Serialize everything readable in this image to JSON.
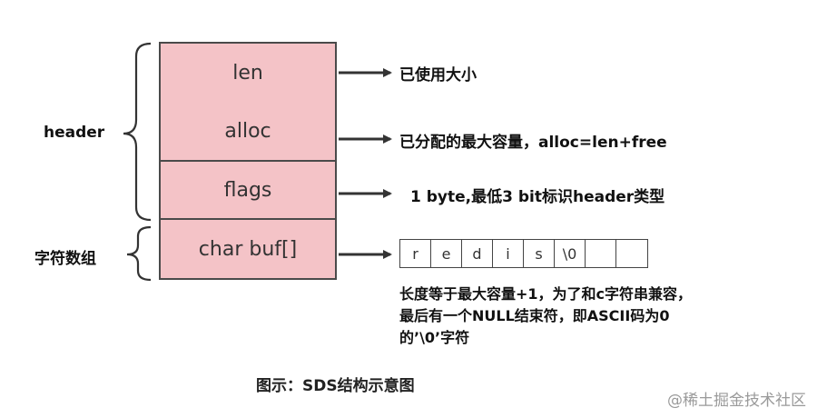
{
  "fields": {
    "len": "len",
    "alloc": "alloc",
    "flags": "flags",
    "buf": "char buf[]"
  },
  "labels": {
    "header": "header",
    "char_array": "字符数组"
  },
  "notes": {
    "len": "已使用大小",
    "alloc": "已分配的最大容量，alloc=len+free",
    "flags": "1 byte,最低3 bit标识header类型",
    "buf_line1": "长度等于最大容量+1，为了和c字符串兼容，",
    "buf_line2": "最后有一个NULL结束符，即ASCII码为0",
    "buf_line3": "的’\\0’字符"
  },
  "buffer_cells": [
    "r",
    "e",
    "d",
    "i",
    "s",
    "\\0",
    "",
    ""
  ],
  "caption": "图示：SDS结构示意图",
  "credit": "@稀土掘金技术社区",
  "colors": {
    "field_fill": "#f4c3c7",
    "stroke": "#4a4a4a"
  }
}
